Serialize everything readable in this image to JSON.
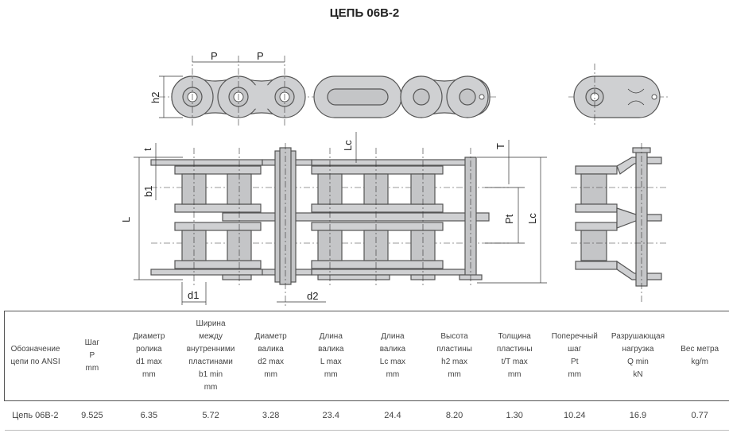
{
  "title": "ЦЕПЬ 06B-2",
  "drawing_labels": {
    "P1": "P",
    "P2": "P",
    "h2": "h2",
    "t": "t",
    "Lc_top": "Lc",
    "T": "T",
    "b1": "b1",
    "L": "L",
    "Pt": "Pt",
    "Lc_side": "Lc",
    "d1": "d1",
    "d2": "d2"
  },
  "table": {
    "headers": [
      "Обозначение\nцепи по ANSI",
      "Шаг\nP\nmm",
      "Диаметр\nролика\nd1 max\nmm",
      "Ширина\nмежду\nвнутренними\nпластинами\nb1 min\nmm",
      "Диаметр\nвалика\nd2 max\nmm",
      "Длина\nвалика\nL max\nmm",
      "Длина\nвалика\nLc max\nmm",
      "Высота\nпластины\nh2 max\nmm",
      "Толщина\nпластины\nt/T max\nmm",
      "Поперечный\nшаг\nPt\nmm",
      "Разрушающая\nнагрузка\nQ min\nkN",
      "Вес метра\nkg/m"
    ],
    "row": [
      "Цепь 06B-2",
      "9.525",
      "6.35",
      "5.72",
      "3.28",
      "23.4",
      "24.4",
      "8.20",
      "1.30",
      "10.24",
      "16.9",
      "0.77"
    ]
  }
}
